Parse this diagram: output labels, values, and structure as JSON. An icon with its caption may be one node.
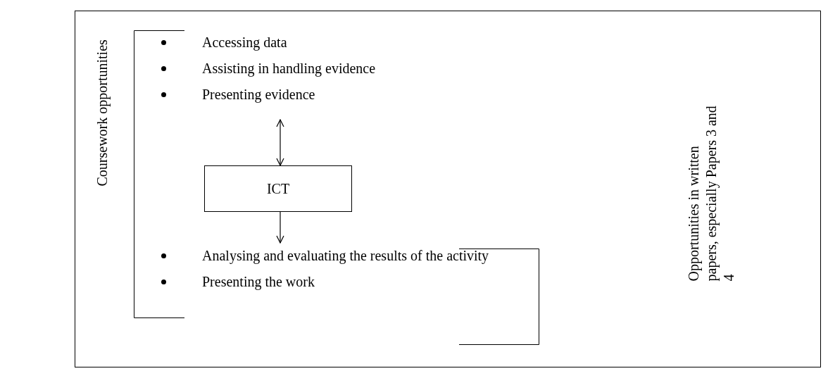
{
  "diagram": {
    "nodes": [
      {
        "text": [
          "Accessing data",
          "Assisting in handling evidence",
          "Presenting evidence"
        ]
      },
      {
        "text": [
          "ICT"
        ]
      },
      {
        "text": [
          "Analysing and evaluating the results of the activity",
          "Presenting the work"
        ]
      }
    ],
    "edges": [
      {
        "from": 0,
        "to": 1,
        "arrow": "both"
      },
      {
        "from": 1,
        "to": 2,
        "arrow": "to"
      }
    ],
    "labels": [
      "Coursework opportunities",
      "Opportunities in written papers, especially Papers 3 and 4"
    ]
  }
}
